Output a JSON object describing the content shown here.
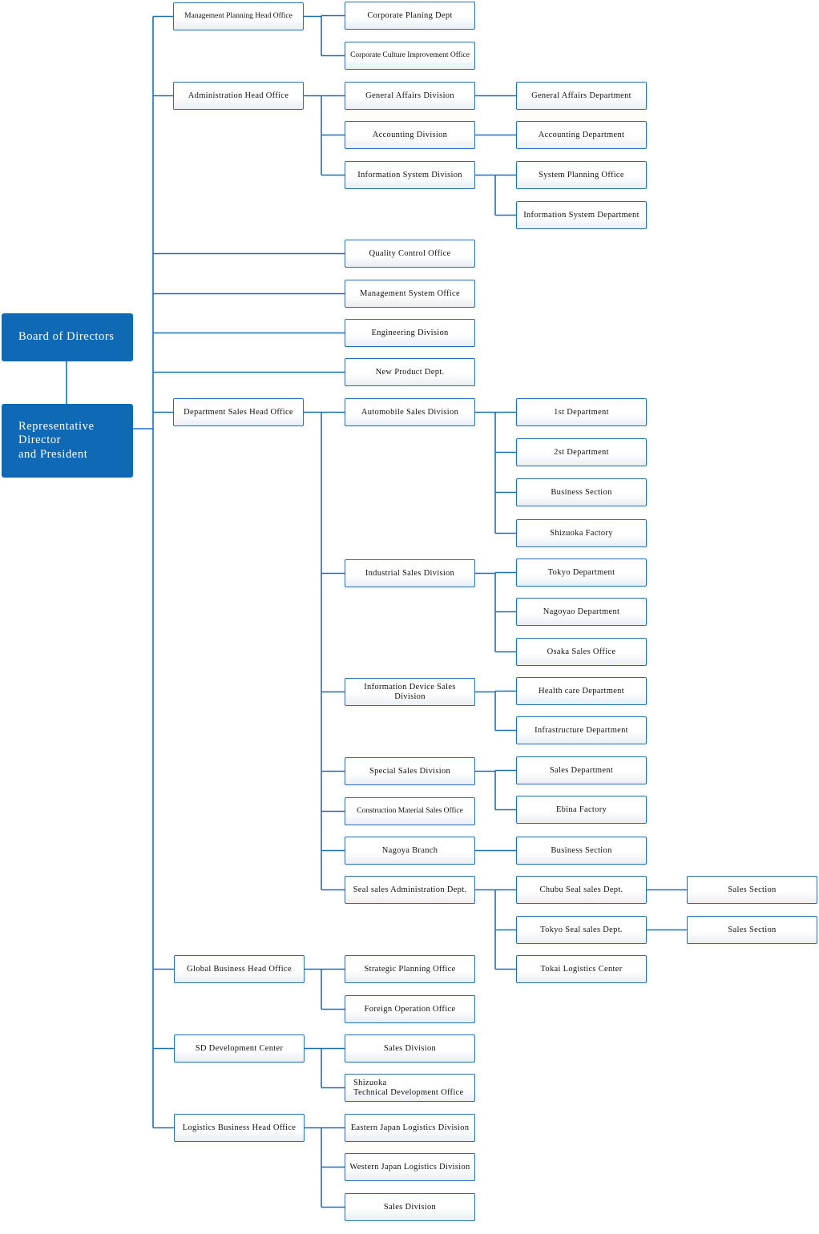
{
  "board": "Board of Directors",
  "president": "Representative\nDirector\nand President",
  "units": {
    "mph": "Management Planning Head Office",
    "cpd": "Corporate Planing Dept",
    "cci": "Corporate Culture Improvement Office",
    "aho": "Administration Head Office",
    "gad": "General Affairs Division",
    "gadept": "General Affairs Department",
    "acd": "Accounting Division",
    "acdept": "Accounting Department",
    "isd": "Information System Division",
    "spo": "System Planning Office",
    "isdept": "Information System Department",
    "qco": "Quality Control Office",
    "mso": "Management System Office",
    "eng": "Engineering Division",
    "npd": "New Product Dept.",
    "dsh": "Department Sales Head Office",
    "asd": "Automobile Sales Division",
    "d1": "1st Department",
    "d2": "2st Department",
    "bs1": "Business Section",
    "shf": "Shizuoka Factory",
    "insd": "Industrial Sales Division",
    "tkd": "Tokyo Department",
    "ngd": "Nagoyao Department",
    "oso": "Osaka Sales Office",
    "idsd": "Information Device Sales Division",
    "hcd": "Health care Department",
    "infd": "Infrastructure Department",
    "ssd": "Special Sales Division",
    "sld": "Sales Department",
    "ebf": "Ebina Factory",
    "cmso": "Construction Material Sales Office",
    "ngb": "Nagoya Branch",
    "bs2": "Business Section",
    "ssa": "Seal sales Administration Dept.",
    "css": "Chubu Seal sales Dept.",
    "ss1": "Sales Section",
    "tss": "Tokyo Seal sales Dept.",
    "ss2": "Sales Section",
    "tlc": "Tokai Logistics Center",
    "gbh": "Global Business Head Office",
    "stp": "Strategic Planning Office",
    "foo": "Foreign Operation Office",
    "sdc": "SD Development Center",
    "sd1": "Sales Division",
    "stdo": "Shizuoka\nTechnical Development Office",
    "lbh": "Logistics Business Head Office",
    "ejl": "Eastern Japan Logistics Division",
    "wjl": "Western Japan Logistics Division",
    "sd2": "Sales Division"
  }
}
